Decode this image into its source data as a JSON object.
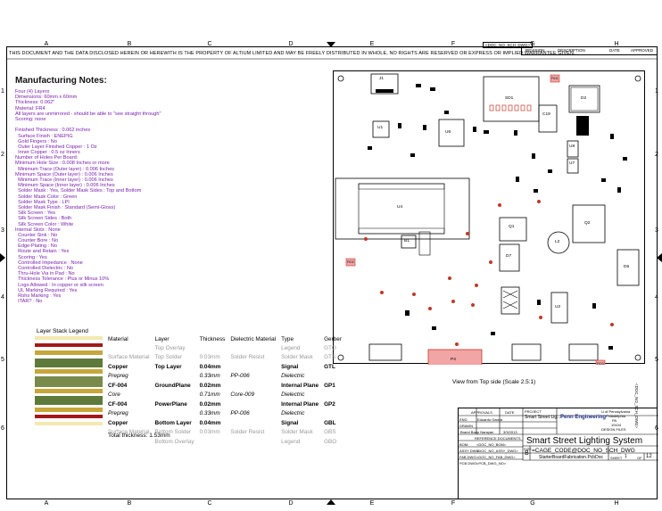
{
  "notice": "THIS DOCUMENT AND THE DATA DISCLOSED HEREIN OR HEREWITH IS THE PROPERTY OF ALTIUM LIMITED AND MAY BE FREELY DISTRIBUTED IN WHOLE, NO RIGHTS ARE RESERVED OR EXPRESS OR IMPLIED WARRANTEE GIVEN.",
  "columns": [
    "A",
    "B",
    "C",
    "D",
    "E",
    "F",
    "G",
    "H"
  ],
  "rows": [
    "1",
    "2",
    "3",
    "4",
    "5",
    "6"
  ],
  "top_box": "<DOC_NO_SCH_DWG>",
  "revision": {
    "col1": "REVISION",
    "col2": "DESCRIPTION",
    "col3": "DATE",
    "col4": "APPROVED"
  },
  "manufacturing": {
    "title": "Manufacturing Notes:",
    "lines": [
      "Four (4) Layers",
      "Dimensions: 60mm x 60mm",
      "Thickness: 0.062\"",
      "Material: FR4",
      "All layers are unmirrored - should be able to \"see straight through\"",
      "Scoring: none",
      "",
      "Finished Thickness : 0.062 inches",
      "  Surface Finish : ENEPIG",
      "  Gold Fingers : No",
      "  Outer Layer Finished Copper : 1 Oz",
      "  Inner Copper : 0.5 oz Inners",
      "Number of Holes Per Board:",
      "Minimum Hole Size : 0.008 Inches or more",
      "  Minimum Trace (Outer layer) : 0.006 Inches",
      "Minimum Space (Outer layer) : 0.006 Inches",
      "  Minimum Trace (Inner layer) : 0.006 Inches",
      "  Minimum Space (Inner layer) : 0.006 Inches",
      "  Solder Mask : Yes, Solder Mask Sides : Top and Bottom",
      "  Solder Mask Color : Green",
      "  Solder Mask Type : LPI",
      "  Solder Mask Finish : Standard (Semi-Gloss)",
      "  Silk Screen : Yes",
      "  Silk Screen Sides : Both",
      "  Silk Screen Color : White",
      "Internal Slots : None",
      "  Counter Sink : No",
      "  Counter Bore : No",
      "  Edge-Plating : No",
      "  Route and Retain : Yes",
      "  Scoring : Yes",
      "  Controlled Impedance : None",
      "  Controlled Dielectric : No",
      "  Thru-Hole Via in Pad : No",
      "  Thickness Tolerance : Plus or Minus 10%",
      "  Logo Allowed : In copper or silk screen",
      "  UL Marking Required : Yes",
      "  Rohs Marking : Yes",
      "  ITAR? : No"
    ]
  },
  "board": {
    "caption": "View from Top side (Scale 2.5:1)",
    "refs": {
      "j1": "J1",
      "sd1": "SD1",
      "d2": "D2",
      "u1": "U1",
      "u6": "U6",
      "c19": "C19",
      "u8": "U8",
      "u7": "U7",
      "u4": "U4",
      "q1": "Q1",
      "q2": "Q2",
      "b1": "B1",
      "d7": "D7",
      "l2": "L2",
      "d6": "D6",
      "u2": "U2",
      "p4": "P4",
      "fid1": "FID1",
      "fid2": "FID2",
      "fid3": "FID3"
    }
  },
  "layer_stack": {
    "title": "Layer Stack Legend",
    "headers": [
      "Material",
      "Layer",
      "Thickness",
      "Dielectric Material",
      "Type",
      "Gerber"
    ],
    "rows": [
      {
        "material": "",
        "layer": "Top Overlay",
        "thickness": "",
        "dielectric": "",
        "type": "Legend",
        "gerber": "GTO",
        "style": "grey"
      },
      {
        "material": "Surface Material",
        "layer": "Top Solder",
        "thickness": "0.03mm",
        "dielectric": "Solder Resist",
        "type": "Solder Mask",
        "gerber": "GTS",
        "style": "grey"
      },
      {
        "material": "Copper",
        "layer": "Top Layer",
        "thickness": "0.04mm",
        "dielectric": "",
        "type": "Signal",
        "gerber": "GTL",
        "style": "bold"
      },
      {
        "material": "Prepreg",
        "layer": "",
        "thickness": "0.33mm",
        "dielectric": "PP-006",
        "type": "Dielectric",
        "gerber": "",
        "style": "it"
      },
      {
        "material": "CF-004",
        "layer": "GroundPlane",
        "thickness": "0.02mm",
        "dielectric": "",
        "type": "Internal Plane",
        "gerber": "GP1",
        "style": "bold"
      },
      {
        "material": "Core",
        "layer": "",
        "thickness": "0.71mm",
        "dielectric": "Core-009",
        "type": "Dielectric",
        "gerber": "",
        "style": "it"
      },
      {
        "material": "CF-004",
        "layer": "PowerPlane",
        "thickness": "0.02mm",
        "dielectric": "",
        "type": "Internal Plane",
        "gerber": "GP2",
        "style": "bold"
      },
      {
        "material": "Prepreg",
        "layer": "",
        "thickness": "0.33mm",
        "dielectric": "PP-006",
        "type": "Dielectric",
        "gerber": "",
        "style": "it"
      },
      {
        "material": "Copper",
        "layer": "Bottom Layer",
        "thickness": "0.04mm",
        "dielectric": "",
        "type": "Signal",
        "gerber": "GBL",
        "style": "bold"
      },
      {
        "material": "Surface Material",
        "layer": "Bottom Solder",
        "thickness": "0.03mm",
        "dielectric": "Solder Resist",
        "type": "Solder Mask",
        "gerber": "GBS",
        "style": "grey"
      },
      {
        "material": "",
        "layer": "Bottom Overlay",
        "thickness": "",
        "dielectric": "",
        "type": "Legend",
        "gerber": "GBO",
        "style": "grey"
      }
    ],
    "total": "Total thickness: 1.53mm",
    "colors": {
      "overlay": "#f3e9b0",
      "solder": "#a11a1a",
      "copper": "#c7a63a",
      "prepreg": "#5e7a3b",
      "core": "#7a8a4a"
    }
  },
  "title_block": {
    "approvals": "APPROVALS",
    "date": "DATE",
    "project_label": "PROJECT",
    "project": "Smart Street Lig...",
    "eng": "ENG",
    "drawn": "DRAWN",
    "eng_name": "Eduardo Garcia",
    "drawn_name": "Eduardo Garcia",
    "checker": "Brand Baap Narayan",
    "date_val": "3/3/2013",
    "school": "U of Pennsylvania",
    "city": "Philadelphia",
    "state": "PA",
    "zip": "19104",
    "logo": "Penn Engineering",
    "design_files": "DESIGN FILES",
    "ref_docs": "REFERENCE DOCUMENTS",
    "bom_label": "BOM:",
    "bom": "<DOC_NO_BOM>",
    "assy_label": "ASSY DWG:",
    "assy": "<DOC_NO_ASSY_DWG>",
    "fab_label": "FAB DWG:",
    "fab": "<DOC_NO_FAB_DWG>",
    "pcb_label": "PCB DWG:",
    "pcb": "<PCB_DWG_NO>",
    "title": "Smart Street Lighting System",
    "size_label": "SIZE",
    "size": "B",
    "cage": "=CAGE_CODE@DOC_NO_SCH_DWG",
    "file": "StarterBoardFabrication.PcbDoc",
    "sheet_label": "SHEET",
    "sheet": "1",
    "of": "OF",
    "sheets": "12",
    "doc_vertical": "<DOC_NO_SCH_DWG>"
  }
}
